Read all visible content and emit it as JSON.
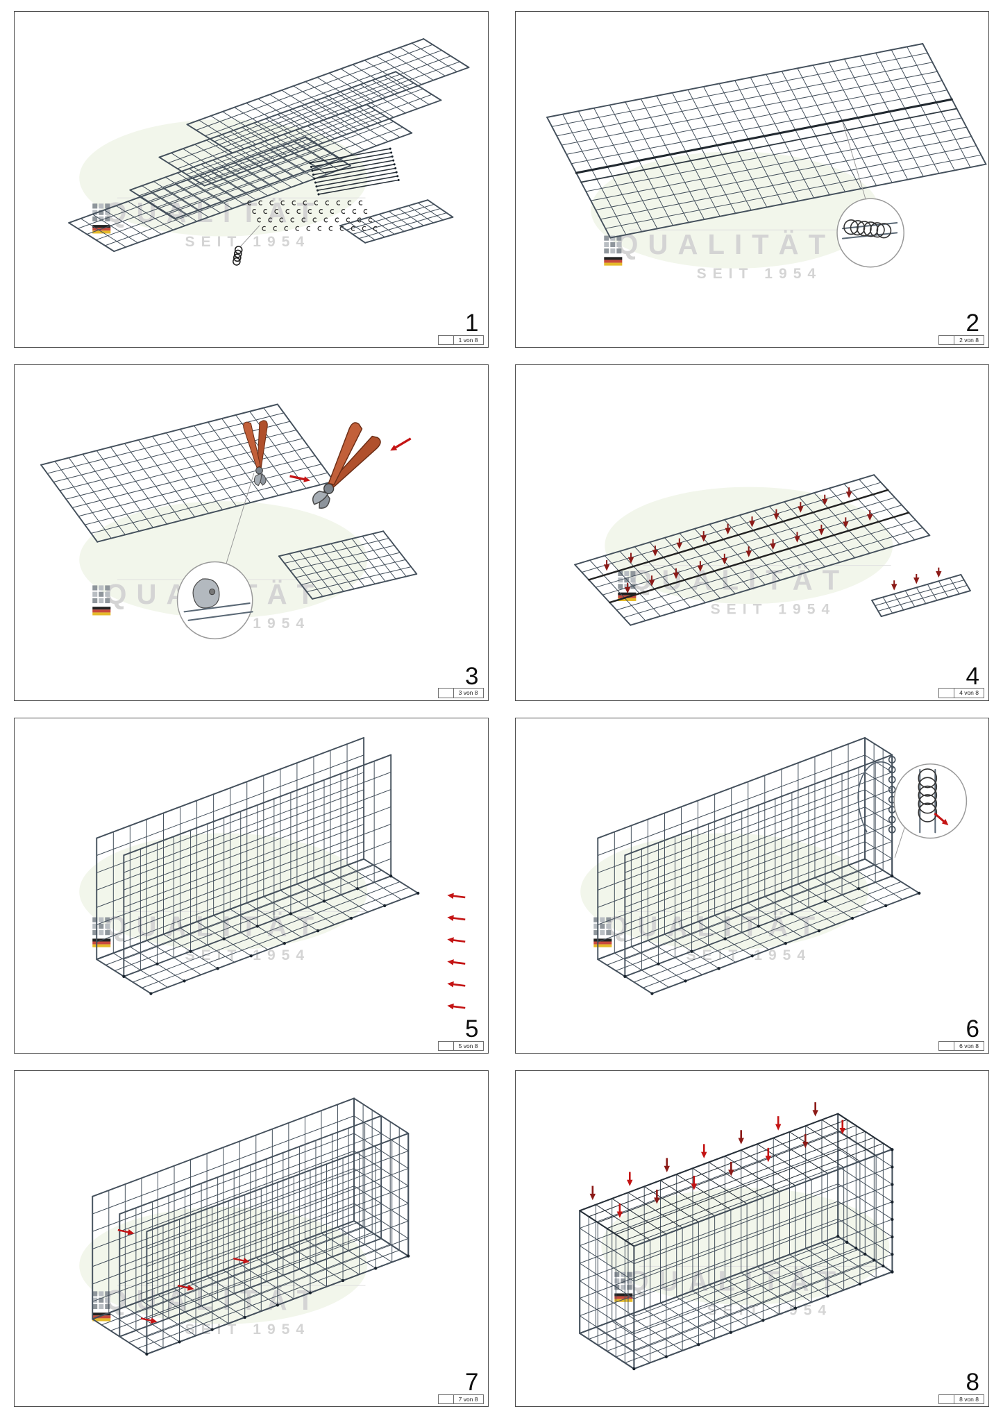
{
  "watermark": {
    "brand_line": "QUALITÄT",
    "sub_line": "SEIT 1954",
    "ellipse_color": "#ebf1e0",
    "text_color": "#d4d4d4",
    "flag_colors": [
      "#222222",
      "#c84a3c",
      "#e5bb2a"
    ]
  },
  "colors": {
    "wire": "#44505c",
    "wire_edge": "#273039",
    "accent_red": "#c41414",
    "dark_red": "#8c1a17",
    "tool_handle": "#b0502c",
    "tool_metal": "#a7aeb5",
    "panel_border": "#4d4d4d"
  },
  "panels": [
    {
      "step": "1",
      "sheet_label": "1 von 8",
      "drawing": "parts-overview-mesh-rods-clips-spiral"
    },
    {
      "step": "2",
      "sheet_label": "2 von 8",
      "drawing": "join-mesh-panels-with-spiral"
    },
    {
      "step": "3",
      "sheet_label": "3 von 8",
      "drawing": "cut-mesh-with-pliers-and-clamp"
    },
    {
      "step": "4",
      "sheet_label": "4 von 8",
      "drawing": "set-clips-along-overlap"
    },
    {
      "step": "5",
      "sheet_label": "5 von 8",
      "drawing": "raise-walls-on-base"
    },
    {
      "step": "6",
      "sheet_label": "6 von 8",
      "drawing": "thread-spiral-at-corner"
    },
    {
      "step": "7",
      "sheet_label": "7 von 8",
      "drawing": "complete-all-walls"
    },
    {
      "step": "8",
      "sheet_label": "8 von 8",
      "drawing": "close-lid-press-down"
    }
  ]
}
